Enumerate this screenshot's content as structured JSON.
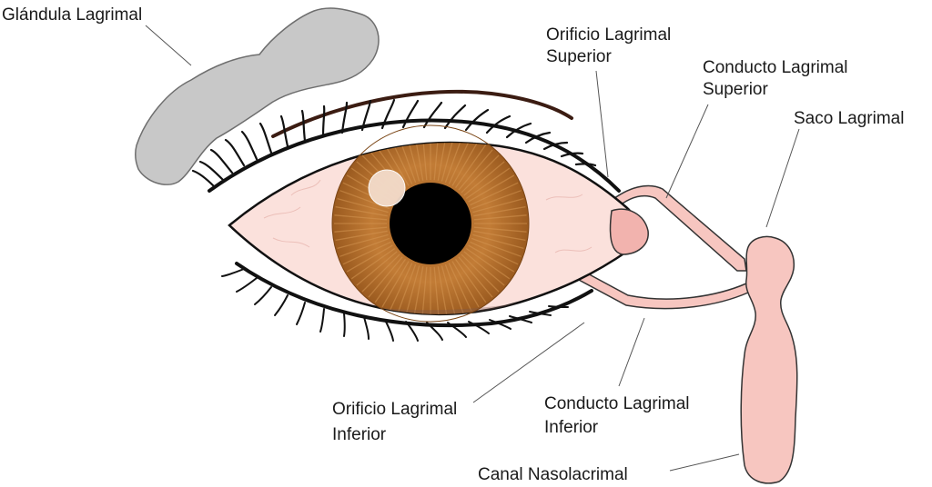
{
  "labels": {
    "lacrimal_gland": "Glándula Lagrimal",
    "upper_punctum": [
      "Orificio Lagrimal",
      "Superior"
    ],
    "upper_canaliculus": [
      "Conducto Lagrimal",
      "Superior"
    ],
    "lacrimal_sac": "Saco Lagrimal",
    "lower_punctum": [
      "Orificio Lagrimal",
      "Inferior"
    ],
    "lower_canaliculus": [
      "Conducto Lagrimal",
      "Inferior"
    ],
    "nasolacrimal_duct": "Canal Nasolacrimal"
  },
  "colors": {
    "gland": "#c8c8c8",
    "duct": "#f7c6c0",
    "sclera": "#fbe1dc",
    "iris": "#b9722f",
    "pupil": "#000000",
    "lash": "#111111"
  }
}
